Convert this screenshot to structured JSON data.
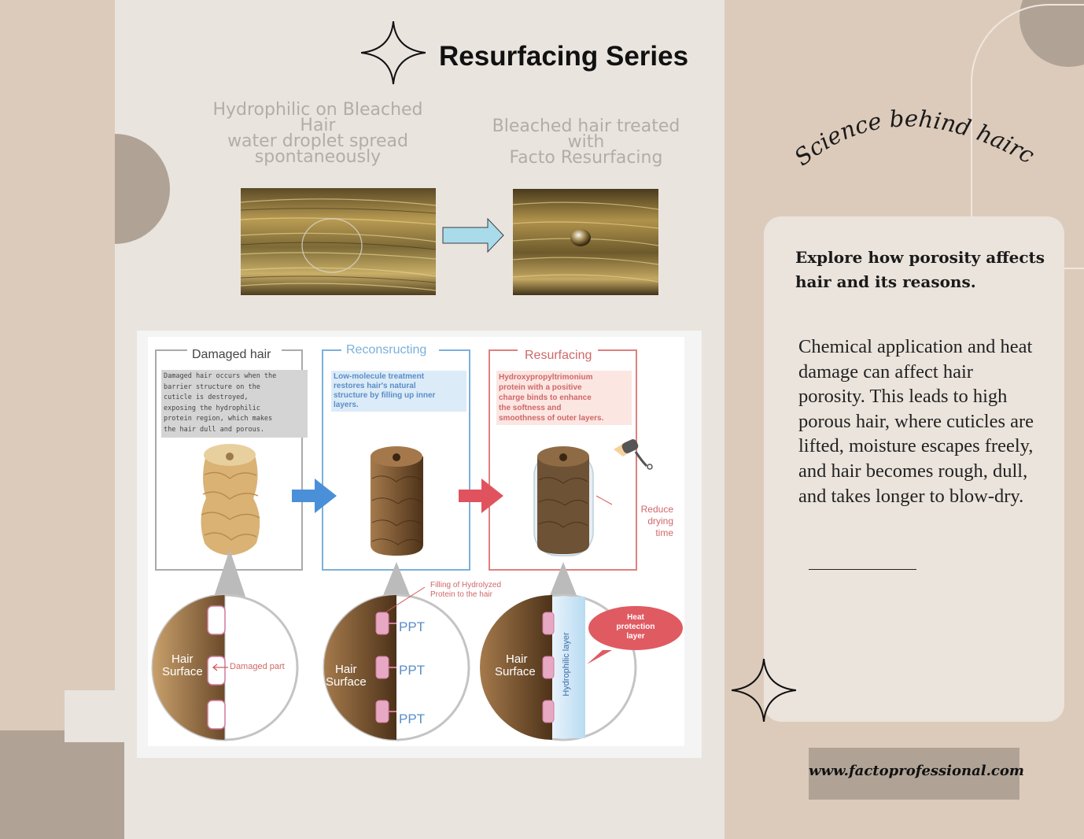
{
  "title": "Resurfacing Series",
  "captions": {
    "before": [
      "Hydrophilic on Bleached",
      "Hair",
      "water droplet spread",
      "spontaneously"
    ],
    "after": [
      "Bleached hair treated with",
      "Facto Resurfacing"
    ]
  },
  "diagram": {
    "columns": [
      {
        "title": "Damaged hair",
        "desc": [
          "Damaged hair occurs when the",
          "barrier structure on the",
          "cuticle is destroyed,",
          "exposing the hydrophilic",
          "protein region, which makes",
          "the hair dull and porous."
        ],
        "color": "#777777"
      },
      {
        "title": "Reconsructing",
        "desc": [
          "Low-molecule treatment",
          "restores hair's natural",
          "structure by filling up inner",
          "layers."
        ],
        "color": "#7bb0db"
      },
      {
        "title": "Resurfacing",
        "desc": [
          "Hydroxypropyltrimonium",
          "protein with a positive",
          "charge binds to enhance",
          "the softness and",
          "smoothness of outer layers."
        ],
        "color": "#e07f7f"
      }
    ],
    "reduce_drying": [
      "Reduce",
      "drying",
      "time"
    ],
    "filling_note": [
      "Filling of Hydrolyzed",
      "Protein to the hair"
    ],
    "hair_surface": [
      "Hair",
      "Surface"
    ],
    "damaged_part": "Damaged part",
    "ppt": "PPT",
    "hydrophilic_layer": "Hydrophilic layer",
    "heat_protection": [
      "Heat",
      "protection",
      "layer"
    ]
  },
  "side": {
    "script_title": "Science behind haircare",
    "heading": "Explore how porosity affects hair and its reasons.",
    "body": "Chemical application and heat damage can affect hair porosity. This leads to high porous hair, where cuticles are lifted, moisture escapes freely, and hair becomes rough, dull, and takes longer to blow-dry.",
    "url": "www.factoprofessional.com"
  },
  "colors": {
    "background": "#dccbbb",
    "panel": "#e9e4de",
    "accent": "#b0a396",
    "card": "#ebe4dc"
  }
}
